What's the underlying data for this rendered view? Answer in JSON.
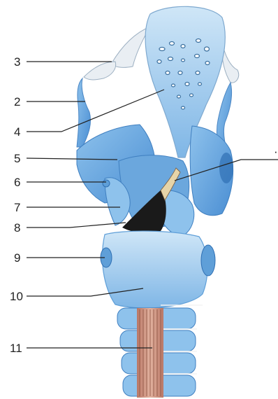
{
  "labels": {
    "l3": "3",
    "l2": "2",
    "l4": "4",
    "l5": "5",
    "l6": "6",
    "l7": "7",
    "l8": "8",
    "l9": "9",
    "l10": "10",
    "l11": "11",
    "l1": "·"
  },
  "colors": {
    "cartilage_light": "#cfe6f7",
    "cartilage_mid": "#8ec2ec",
    "cartilage_dark": "#5f9fd8",
    "shadow": "#2f6fb3",
    "muscle": "#c98a78",
    "muscle_line": "#8a4f3e",
    "leader": "#222222"
  }
}
